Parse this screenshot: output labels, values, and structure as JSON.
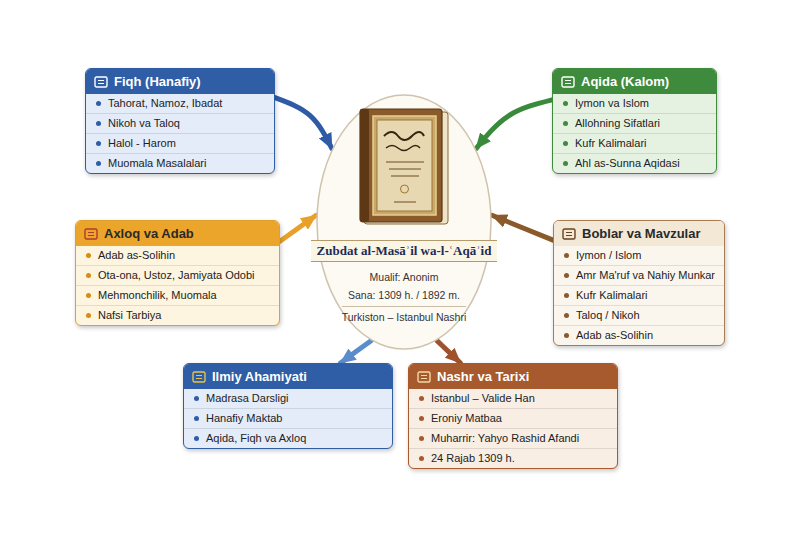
{
  "diagram": {
    "nodes": [
      {
        "text": [
          "Zubdat al-Masāʾil wa-l-ʿAqāʾid",
          "Mualif: Anonim",
          "Sana: 1309 h. / 1892 m.",
          "Turkiston – Istanbul Nashri"
        ]
      },
      {
        "text": [
          "Fiqh (Hanafiy)",
          "Tahorat, Namoz, Ibadat",
          "Nikoh va Taloq",
          "Halol - Harom",
          "Muomala Masalalari"
        ]
      },
      {
        "text": [
          "Aqida (Kalom)",
          "Iymon va Islom",
          "Allohning Sifatlari",
          "Kufr Kalimalari",
          "Ahl as-Sunna Aqidasi"
        ]
      },
      {
        "text": [
          "Axloq va Adab",
          "Adab as-Solihin",
          "Ota-ona, Ustoz, Jamiyata Odobi",
          "Mehmonchilik, Muomala",
          "Nafsi Tarbiya"
        ]
      },
      {
        "text": [
          "Boblar va Mavzular",
          "Iymon / Islom",
          "Amr Ma'ruf va Nahiy Munkar",
          "Kufr Kalimalari",
          "Taloq / Nikoh",
          "Adab as-Solihin"
        ]
      },
      {
        "text": [
          "Ilmiy Ahamiyati",
          "Madrasa Darsligi",
          "Hanafiy Maktab",
          "Aqida, Fiqh va Axloq"
        ]
      },
      {
        "text": [
          "Nashr va Tarixi",
          "Istanbul – Valide Han",
          "Eroniy Matbaa",
          "Muharrir: Yahyo Rashid Afandi",
          "24 Rajab 1309 h."
        ]
      }
    ],
    "edges": [
      {
        "from": 1,
        "to": 0,
        "arrow": "to"
      },
      {
        "from": 2,
        "to": 0,
        "arrow": "to"
      },
      {
        "from": 3,
        "to": 0,
        "arrow": "to"
      },
      {
        "from": 4,
        "to": 0,
        "arrow": "to"
      },
      {
        "from": 0,
        "to": 5,
        "arrow": "to"
      },
      {
        "from": 0,
        "to": 6,
        "arrow": "to"
      }
    ]
  }
}
